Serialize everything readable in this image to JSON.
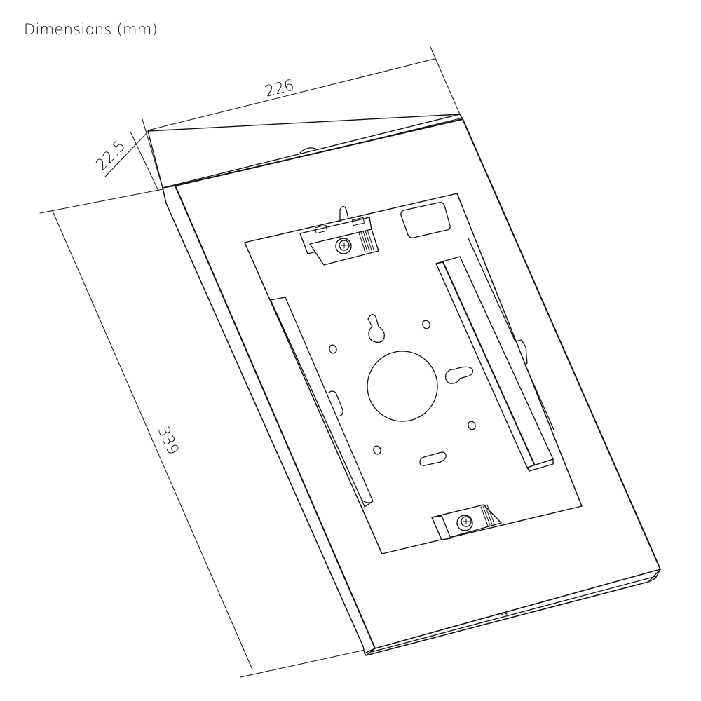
{
  "title": "Dimensions (mm)",
  "units": "mm",
  "dimensions": {
    "width": {
      "label": "226",
      "value": 226
    },
    "height": {
      "label": "339",
      "value": 339
    },
    "depth": {
      "label": "22.5",
      "value": 22.5
    }
  },
  "drawing": {
    "subject": "tablet wall-mount enclosure",
    "view": "isometric line drawing",
    "line_color": "#111111",
    "background": "#ffffff"
  }
}
